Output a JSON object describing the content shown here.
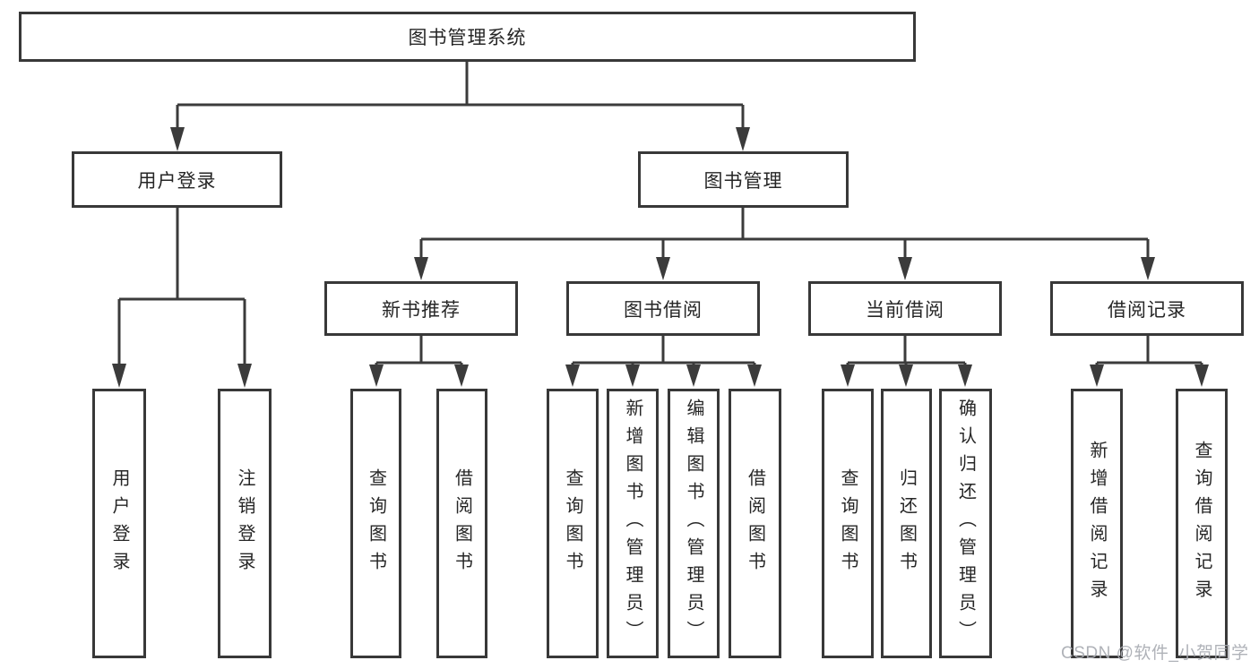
{
  "colors": {
    "line": "#3b3b3b",
    "box_border": "#383838",
    "text": "#262626",
    "watermark": "#a9acb2",
    "background": "#ffffff"
  },
  "watermark": {
    "text": "CSDN @软件_小贺同学"
  },
  "nodes": {
    "root": {
      "label": "图书管理系统"
    },
    "user_login": {
      "label": "用户登录"
    },
    "book_mgmt": {
      "label": "图书管理"
    },
    "new_books": {
      "label": "新书推荐"
    },
    "book_borrow": {
      "label": "图书借阅"
    },
    "current_borrow": {
      "label": "当前借阅"
    },
    "borrow_records": {
      "label": "借阅记录"
    },
    "leaves": {
      "user_login": [
        "用户登录",
        "注销登录"
      ],
      "new_books": [
        "查询图书",
        "借阅图书"
      ],
      "book_borrow": [
        "查询图书",
        "新增图书（管理员）",
        "编辑图书（管理员）",
        "借阅图书"
      ],
      "current_borrow": [
        "查询图书",
        "归还图书",
        "确认归还（管理员）"
      ],
      "borrow_records": [
        "新增借阅记录",
        "查询借阅记录"
      ]
    }
  }
}
